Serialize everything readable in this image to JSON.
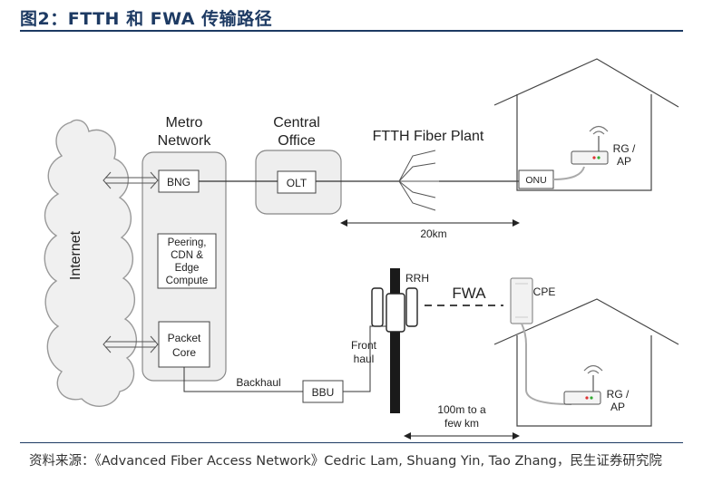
{
  "title": "图2：FTTH 和 FWA 传输路径",
  "diagram": {
    "internet": "Internet",
    "metro_network": [
      "Metro",
      "Network"
    ],
    "central_office": [
      "Central",
      "Office"
    ],
    "bng": "BNG",
    "olt": "OLT",
    "peering": [
      "Peering,",
      "CDN &",
      "Edge",
      "Compute"
    ],
    "packet_core": [
      "Packet",
      "Core"
    ],
    "ftth_fiber_plant": "FTTH Fiber Plant",
    "onu": "ONU",
    "rg_ap_top": [
      "RG /",
      "AP"
    ],
    "distance_20km": "20km",
    "rrh": "RRH",
    "fwa": "FWA",
    "cpe": "CPE",
    "fronthaul": [
      "Front",
      "haul"
    ],
    "backhaul": "Backhaul",
    "bbu": "BBU",
    "distance_100m": [
      "100m to a",
      "few km"
    ],
    "rg_ap_bottom": [
      "RG /",
      "AP"
    ]
  },
  "source": "资料来源：《Advanced Fiber Access Network》Cedric Lam, Shuang Yin, Tao Zhang，民生证券研究院"
}
